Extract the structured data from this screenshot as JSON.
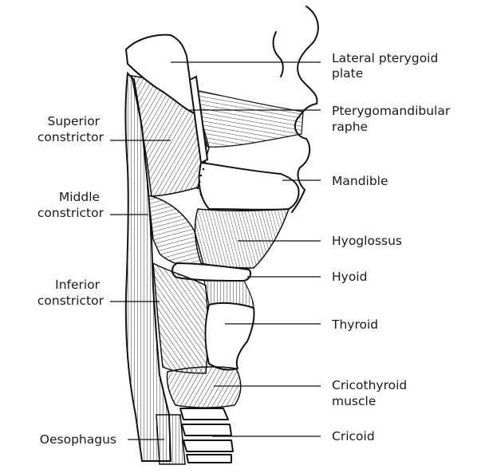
{
  "labels": {
    "lateral_pterygoid_plate": [
      "Lateral pterygoid",
      "plate"
    ],
    "pterygomandibular_raphe": [
      "Pterygomandibular",
      "raphe"
    ],
    "superior_constrictor": [
      "Superior",
      "constrictor"
    ],
    "mandible": "Mandible",
    "middle_constrictor": [
      "Middle",
      "constrictor"
    ],
    "hyoglossus": "Hyoglossus",
    "hyoid": "Hyoid",
    "inferior_constrictor": [
      "Inferior",
      "constrictor"
    ],
    "thyroid": "Thyroid",
    "cricothyroid_muscle": [
      "Cricothyroid",
      "muscle"
    ],
    "oesophagus": "Oesophagus",
    "cricoid": "Cricoid"
  }
}
